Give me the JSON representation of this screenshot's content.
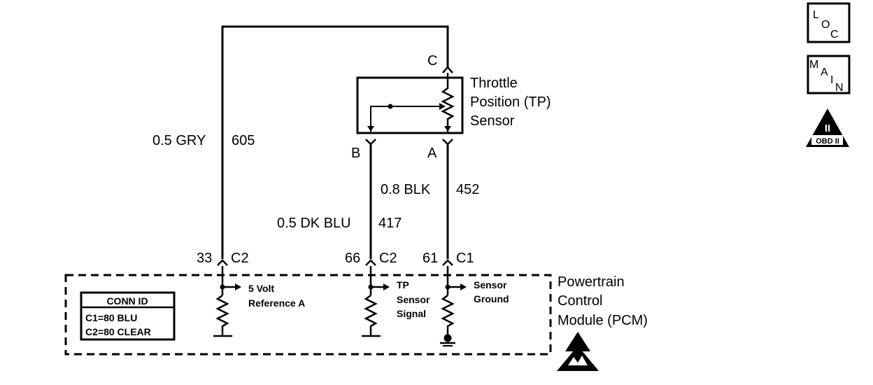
{
  "sensor": {
    "title_lines": [
      "Throttle",
      "Position (TP)",
      "Sensor"
    ],
    "pin_c": "C",
    "pin_b": "B",
    "pin_a": "A"
  },
  "wires": {
    "ref": {
      "gauge_color": "0.5 GRY",
      "circuit": "605"
    },
    "ground": {
      "gauge_color": "0.8 BLK",
      "circuit": "452"
    },
    "signal": {
      "gauge_color": "0.5 DK BLU",
      "circuit": "417"
    }
  },
  "pcm_pins": {
    "ref": {
      "pin": "33",
      "connector": "C2"
    },
    "signal": {
      "pin": "66",
      "connector": "C2"
    },
    "ground": {
      "pin": "61",
      "connector": "C1"
    }
  },
  "pcm": {
    "title_lines": [
      "Powertrain",
      "Control",
      "Module (PCM)"
    ],
    "ref_label": [
      "5 Volt",
      "Reference A"
    ],
    "signal_label": [
      "TP",
      "Sensor",
      "Signal"
    ],
    "ground_label": [
      "Sensor",
      "Ground"
    ]
  },
  "conn_id": {
    "header": "CONN ID",
    "lines": [
      "C1=80 BLU",
      "C2=80 CLEAR"
    ]
  },
  "icons": {
    "loc": {
      "l": "L",
      "o": "O",
      "c": "C"
    },
    "main": {
      "m": "M",
      "a": "A",
      "i": "I",
      "n": "N"
    },
    "obd": {
      "numeral": "II",
      "text": "OBD II"
    }
  }
}
